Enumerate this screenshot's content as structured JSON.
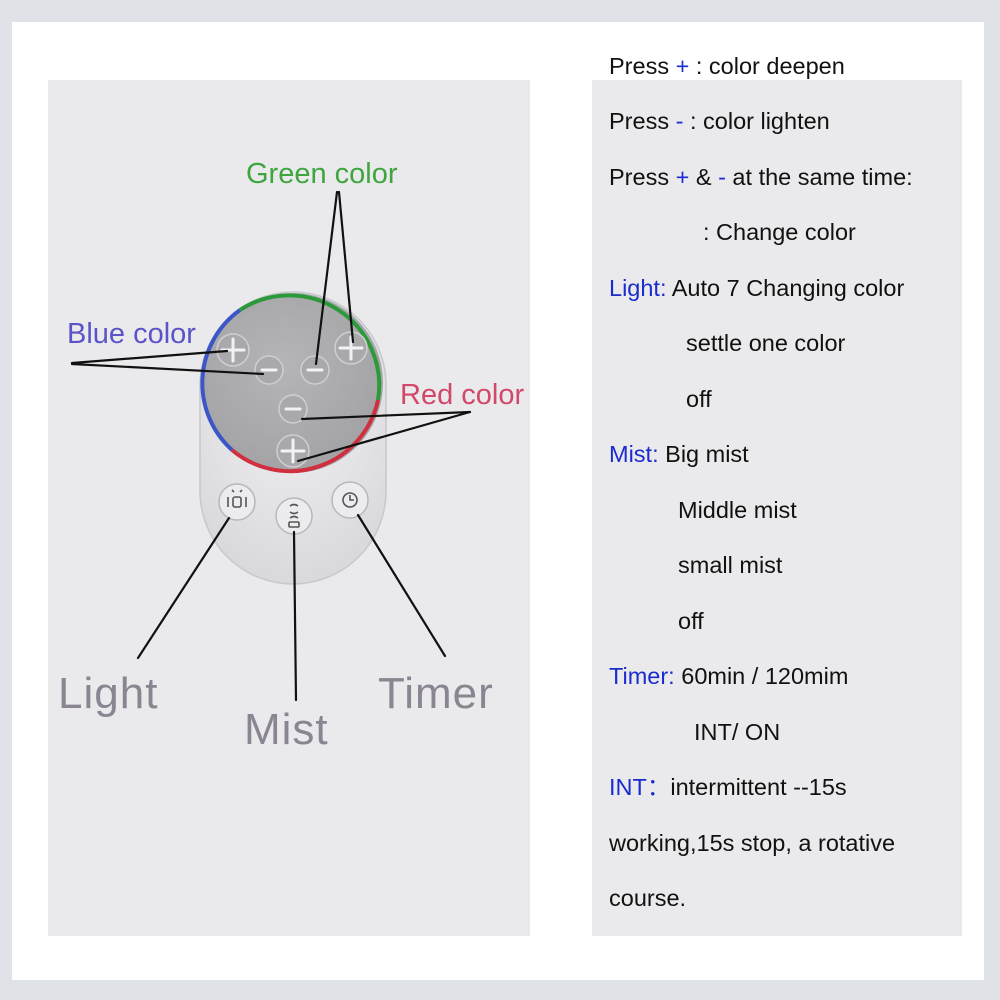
{
  "colors": {
    "green": "#3fa53f",
    "blue": "#5a54c8",
    "red": "#d2486a",
    "accent_blue": "#1a2ccf",
    "callout_gray": "#8a8591"
  },
  "remote": {
    "labels": {
      "green": "Green color",
      "blue": "Blue color",
      "red": "Red color"
    },
    "buttons": {
      "light": "Light",
      "mist": "Mist",
      "timer": "Timer"
    },
    "icons": [
      "plus-icon",
      "minus-icon",
      "light-icon",
      "mist-icon",
      "timer-icon"
    ]
  },
  "instructions": {
    "l1": {
      "a": "Press ",
      "k": "+",
      "b": " : color deepen"
    },
    "l2": {
      "a": "Press ",
      "k": "-",
      "b": " :  color lighten"
    },
    "l3": {
      "a": "Press ",
      "k1": "+",
      "mid": " & ",
      "k2": "-",
      "b": " at the same time:"
    },
    "l4": ": Change color",
    "light": {
      "k": "Light:",
      "v": " Auto 7 Changing color",
      "opts": [
        "settle one color",
        "off"
      ]
    },
    "mist": {
      "k": "Mist:",
      "v": " Big mist",
      "opts": [
        "Middle mist",
        "small mist",
        "off"
      ]
    },
    "timer": {
      "k": "Timer:",
      "v": " 60min / 120mim",
      "opts": [
        "INT/ ON"
      ]
    },
    "int": {
      "k": "INT：",
      "v": "intermittent --15s",
      "l2": "working,15s stop, a  rotative",
      "l3": "course."
    }
  }
}
